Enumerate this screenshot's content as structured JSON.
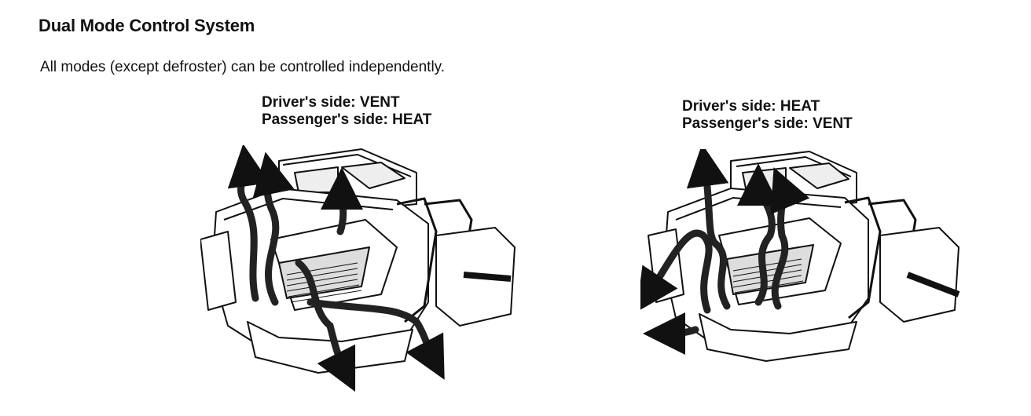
{
  "page": {
    "title": "Dual Mode Control System",
    "subtitle": "All modes (except defroster) can be controlled independently."
  },
  "diagrams": [
    {
      "caption_line1": "Driver's side: VENT",
      "caption_line2": "Passenger's side: HEAT"
    },
    {
      "caption_line1": "Driver's side: HEAT",
      "caption_line2": "Passenger's side: VENT"
    }
  ],
  "colors": {
    "ink": "#111111",
    "paper": "#ffffff",
    "airflow": "#222222"
  }
}
